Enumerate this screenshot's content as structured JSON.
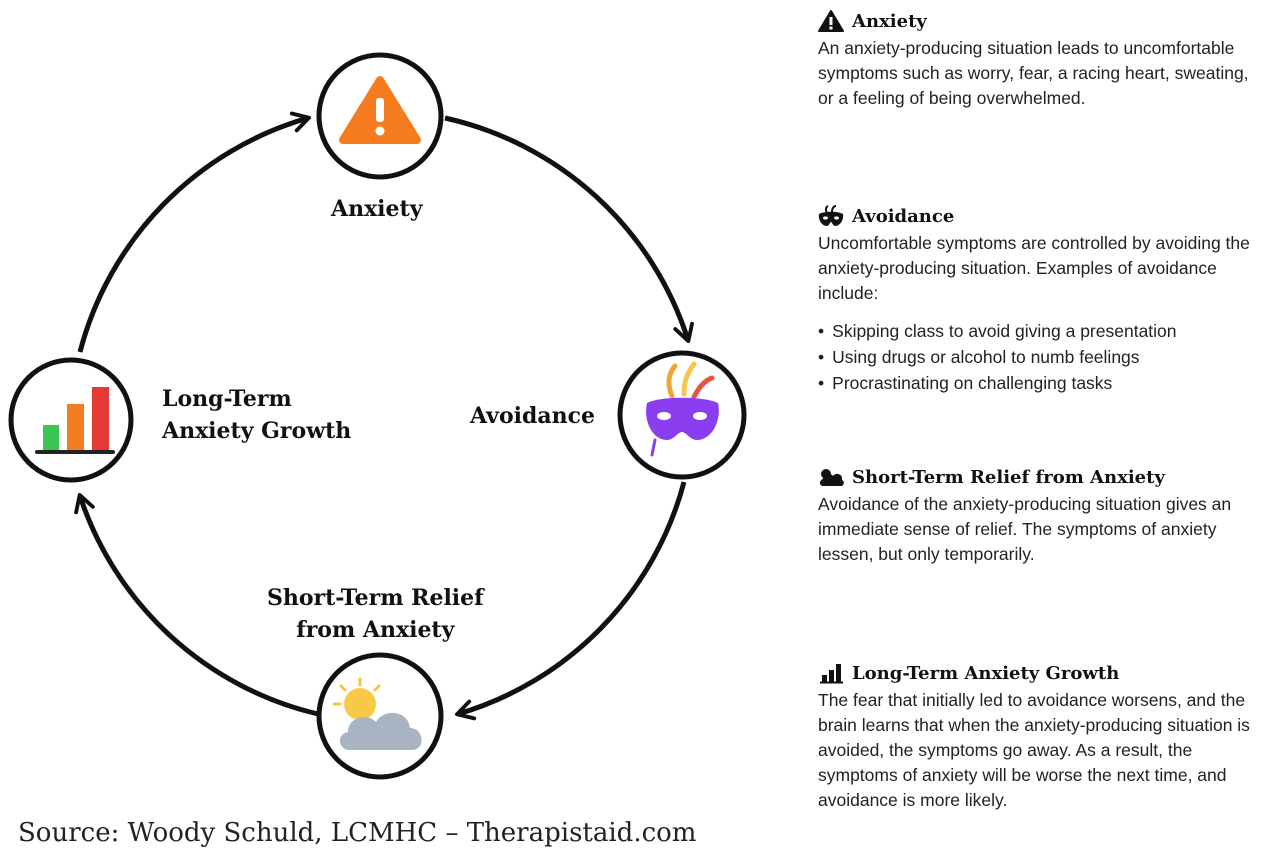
{
  "diagram": {
    "nodes": {
      "anxiety": {
        "icon": "warning-icon",
        "label": [
          "Anxiety"
        ],
        "color": "#f57c1f"
      },
      "avoidance": {
        "icon": "mask-icon",
        "label": [
          "Avoidance"
        ],
        "color": "#8a3ef0"
      },
      "relief": {
        "icon": "sun-cloud-icon",
        "label": [
          "Short-Term Relief",
          "from Anxiety"
        ],
        "color": "#a9b4c2"
      },
      "growth": {
        "icon": "bar-chart-icon",
        "label": [
          "Long-Term",
          "Anxiety Growth"
        ],
        "color": "#e53935"
      }
    }
  },
  "source": "Source: Woody Schuld, LCMHC – Therapistaid.com",
  "panels": [
    {
      "icon": "warning-icon",
      "title": "Anxiety",
      "body": "An anxiety-producing situation leads to uncomfortable symptoms such as worry, fear, a racing heart, sweating, or a feeling of being overwhelmed."
    },
    {
      "icon": "mask-icon",
      "title": "Avoidance",
      "body": "Uncomfortable symptoms are controlled by avoiding the anxiety-producing situation. Examples of avoidance include:",
      "bullets": [
        "Skipping class to avoid giving a presentation",
        "Using drugs or alcohol to numb feelings",
        "Procrastinating on challenging tasks"
      ]
    },
    {
      "icon": "cloud-icon",
      "title": "Short-Term Relief from Anxiety",
      "body": "Avoidance of the anxiety-producing situation gives an immediate sense of relief. The symptoms of anxiety lessen, but only temporarily."
    },
    {
      "icon": "bar-chart-icon",
      "title": "Long-Term Anxiety Growth",
      "body": "The fear that initially led to avoidance worsens, and the brain learns that when the anxiety-producing situation is avoided, the symptoms go away. As a result, the symptoms of anxiety will be worse the next time, and avoidance is more likely."
    }
  ]
}
